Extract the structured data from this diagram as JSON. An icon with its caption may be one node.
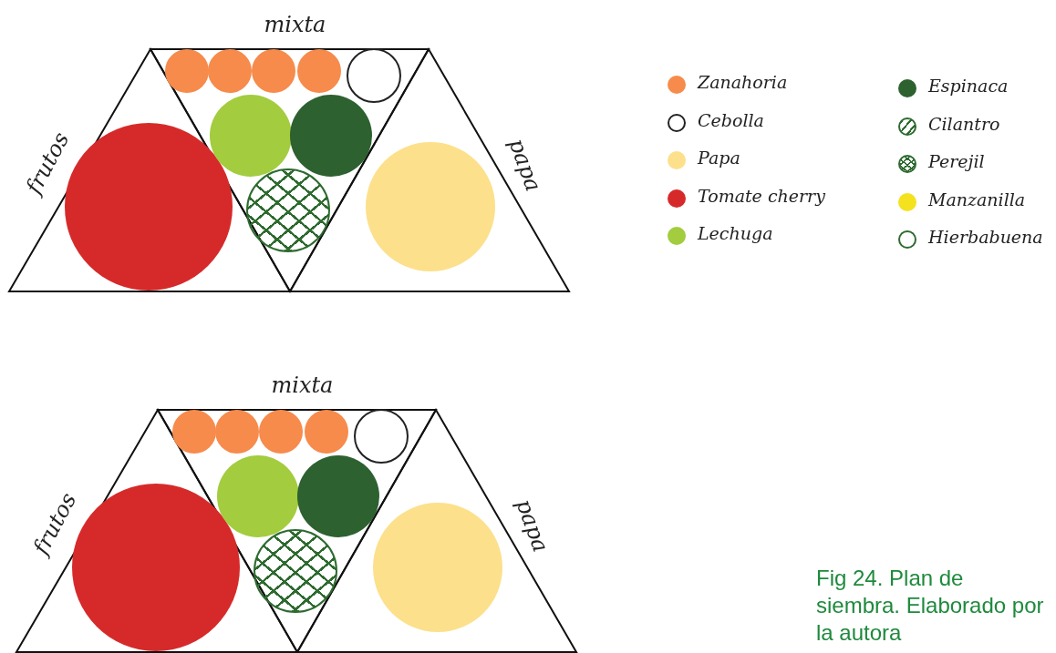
{
  "diagram": {
    "caption": "Fig 24. Plan de siembra. Elaborado por la autora",
    "nodes": [
      {
        "text": [
          "frutos"
        ]
      },
      {
        "text": [],
        "shape": "circle",
        "in": 0
      },
      {
        "text": [
          "mixta"
        ]
      },
      {
        "text": [],
        "shape": "circle",
        "in": 2
      },
      {
        "text": [],
        "shape": "circle",
        "in": 2
      },
      {
        "text": [],
        "shape": "circle",
        "in": 2
      },
      {
        "text": [],
        "shape": "circle",
        "in": 2
      },
      {
        "text": [],
        "shape": "circle",
        "in": 2
      },
      {
        "text": [],
        "shape": "circle",
        "in": 2
      },
      {
        "text": [],
        "shape": "circle",
        "in": 2
      },
      {
        "text": [],
        "shape": "circle",
        "in": 2
      },
      {
        "text": [
          "papa"
        ]
      },
      {
        "text": [],
        "shape": "circle",
        "in": 11
      },
      {
        "text": [
          "frutos"
        ]
      },
      {
        "text": [],
        "shape": "circle",
        "in": 13
      },
      {
        "text": [
          "mixta"
        ]
      },
      {
        "text": [],
        "shape": "circle",
        "in": 15
      },
      {
        "text": [],
        "shape": "circle",
        "in": 15
      },
      {
        "text": [],
        "shape": "circle",
        "in": 15
      },
      {
        "text": [],
        "shape": "circle",
        "in": 15
      },
      {
        "text": [],
        "shape": "circle",
        "in": 15
      },
      {
        "text": [],
        "shape": "circle",
        "in": 15
      },
      {
        "text": [],
        "shape": "circle",
        "in": 15
      },
      {
        "text": [],
        "shape": "circle",
        "in": 15
      },
      {
        "text": [
          "papa"
        ]
      },
      {
        "text": [],
        "shape": "circle",
        "in": 24
      }
    ],
    "legend": [
      {
        "text": "Zanahoria",
        "color": "#f68b4c"
      },
      {
        "text": "Cebolla"
      },
      {
        "text": "Papa",
        "color": "#fce08b"
      },
      {
        "text": "Tomate cherry",
        "color": "#d62a2a"
      },
      {
        "text": "Lechuga",
        "color": "#a3cc3f"
      },
      {
        "text": "Espinaca",
        "color": "#2d6130"
      },
      {
        "text": "Cilantro"
      },
      {
        "text": "Perejil"
      },
      {
        "text": "Manzanilla",
        "color": "#f4e21f"
      },
      {
        "text": "Hierbabuena"
      }
    ]
  }
}
